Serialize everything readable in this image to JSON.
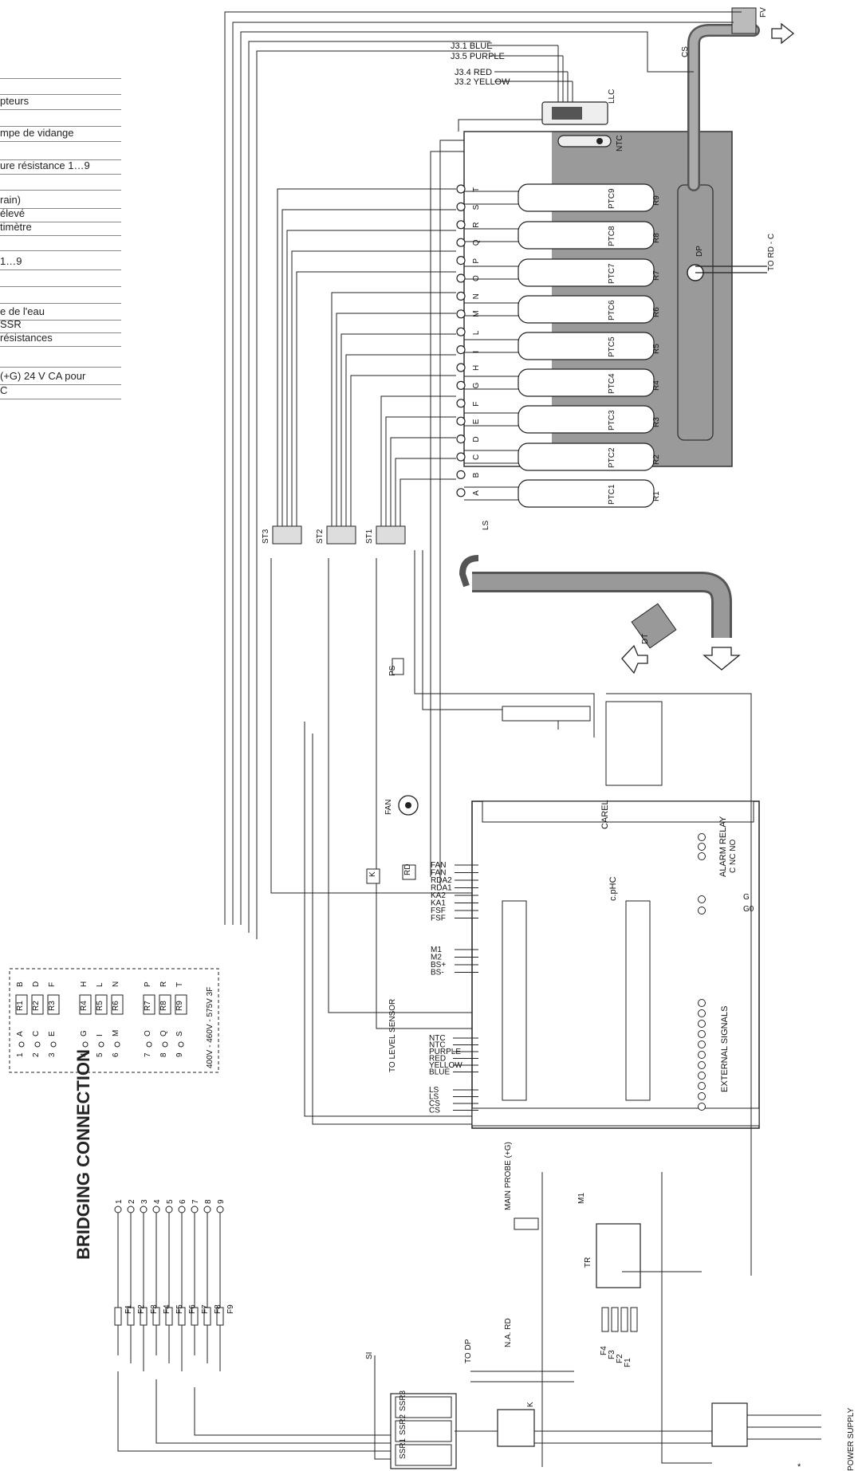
{
  "legend": {
    "rows": [
      "",
      "",
      "pteurs",
      "",
      "mpe de vidange",
      "",
      "ure résistance 1…9",
      "",
      "rain)",
      "élevé",
      "timètre",
      "",
      "1…9",
      "",
      "",
      "e de l'eau",
      " SSR",
      " résistances",
      "",
      "(+G) 24 V CA pour",
      "C"
    ]
  },
  "bridging": {
    "title": "BRIDGING CONNECTION",
    "terminals": [
      "1",
      "2",
      "3",
      "4",
      "5",
      "6",
      "7",
      "8",
      "9"
    ],
    "fuses": [
      "F1",
      "F2",
      "F3",
      "F4",
      "F5",
      "F6",
      "F7",
      "F8",
      "F9"
    ]
  },
  "llc": {
    "wires": [
      "J3.1 BLUE",
      "J3.5 PURPLE",
      "J3.4 RED",
      "J3.2 YELLOW"
    ],
    "label": "LLC",
    "ntc_label": "NTC"
  },
  "cylinder": {
    "terminal_letters": [
      "T",
      "S",
      "R",
      "Q",
      "P",
      "O",
      "N",
      "M",
      "L",
      "I",
      "H",
      "G",
      "F",
      "E",
      "D",
      "C",
      "B",
      "A"
    ],
    "ptcs": [
      "PTC9",
      "PTC8",
      "PTC7",
      "PTC6",
      "PTC5",
      "PTC4",
      "PTC3",
      "PTC2",
      "PTC1"
    ],
    "resistors": [
      "R9",
      "R8",
      "R7",
      "R6",
      "R5",
      "R4",
      "R3",
      "R2",
      "R1"
    ],
    "ls": "LS",
    "dp": "DP",
    "to_rd": "TO RD - C",
    "cs": "CS",
    "fill": "FV",
    "drain": "DT"
  },
  "connectors": [
    "ST3",
    "ST2",
    "ST1"
  ],
  "controller": {
    "logo": "CAREL",
    "name": "c.pHC",
    "fan": "FAN",
    "rd": "RD",
    "k": "K",
    "ps": "PS",
    "left_pins": [
      "FAN",
      "FAN",
      "RDA2",
      "RDA1",
      "KA2",
      "KA1",
      "FSF",
      "FSF",
      "M1",
      "M2",
      "BS+",
      "BS-"
    ],
    "left_pins2": [
      "NTC",
      "NTC",
      "PURPLE",
      "RED",
      "YELLOW",
      "BLUE",
      "LS",
      "LS",
      "CS",
      "CS"
    ],
    "sensor": "TO LEVEL SENSOR",
    "alarm": "ALARM RELAY",
    "alarm_pins": "C NC NO",
    "g_pins": [
      "G",
      "G0"
    ],
    "ext": "EXTERNAL SIGNALS"
  },
  "power": {
    "main_probe": "MAIN PROBE (+G)",
    "to_dp": "TO DP",
    "na_rd": "N.A. RD",
    "supply": "POWER SUPPLY",
    "tr": "TR",
    "ssr": [
      "SSR3",
      "SSR2",
      "SSR1"
    ],
    "k": "K",
    "f": [
      "F4",
      "F3",
      "F2",
      "F1"
    ],
    "si": "SI",
    "m1": "M1",
    "asterisk": "*"
  },
  "voltage_box": {
    "label": "400V - 460V - 575V 3F",
    "groups": [
      {
        "top": [
          "B",
          "D",
          "F"
        ],
        "r": [
          "R1",
          "R2",
          "R3"
        ],
        "bot": [
          "A",
          "C",
          "E"
        ],
        "num": [
          "1",
          "2",
          "3"
        ]
      },
      {
        "top": [
          "H",
          "L",
          "N"
        ],
        "r": [
          "R4",
          "R5",
          "R6"
        ],
        "bot": [
          "G",
          "I",
          "M"
        ],
        "num": [
          "4",
          "5",
          "6"
        ]
      },
      {
        "top": [
          "P",
          "R",
          "T"
        ],
        "r": [
          "R7",
          "R8",
          "R9"
        ],
        "bot": [
          "O",
          "Q",
          "S"
        ],
        "num": [
          "7",
          "8",
          "9"
        ]
      }
    ]
  },
  "colors": {
    "cylinder_fill": "#9a9a9a",
    "pipe_fill": "#8a8a8a",
    "wire": "#222222"
  }
}
